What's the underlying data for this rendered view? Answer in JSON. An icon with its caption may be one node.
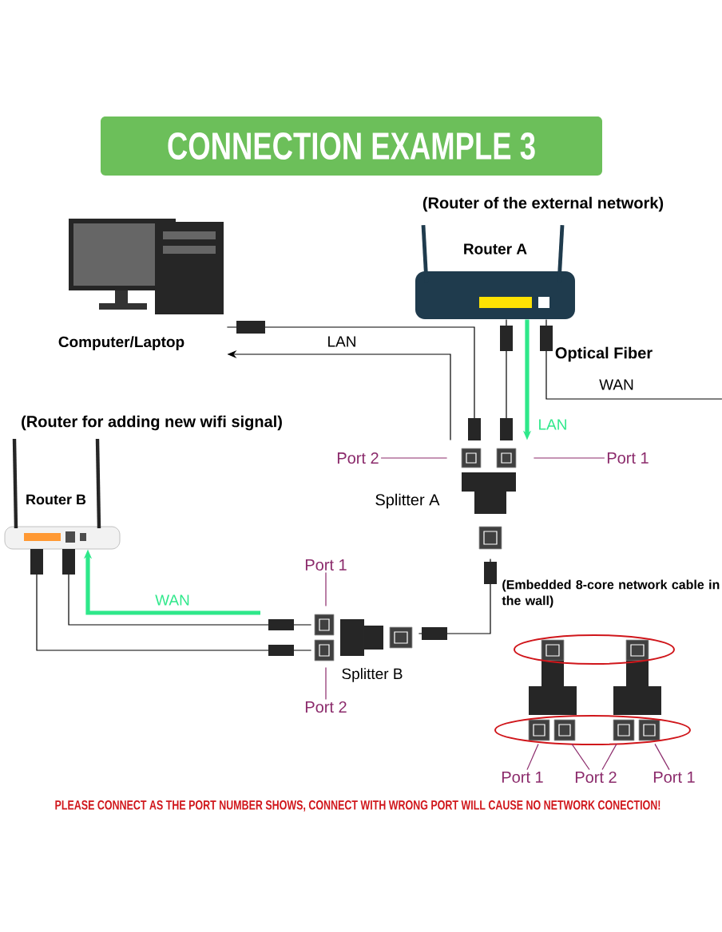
{
  "diagram": {
    "title": "CONNECTION EXAMPLE 3",
    "caption": "PLEASE CONNECT AS THE PORT NUMBER SHOWS, CONNECT WITH WRONG PORT WILL CAUSE NO NETWORK CONECTION!",
    "nodes": [
      {
        "text": [
          "(Router of the external network)",
          "Router A"
        ]
      },
      {
        "text": [
          "Computer/Laptop"
        ]
      },
      {
        "text": [
          "Port 2"
        ]
      },
      {
        "text": [
          "Port 1"
        ]
      },
      {
        "text": [
          "Splitter A"
        ]
      },
      {
        "text": [
          "(Router for adding new wifi signal)",
          "Router B"
        ]
      },
      {
        "text": [
          "Port 1"
        ]
      },
      {
        "text": [
          "Splitter B"
        ]
      },
      {
        "text": [
          "Port 2"
        ]
      },
      {
        "text": [],
        "shape": "picture"
      },
      {
        "text": [],
        "shape": "picture"
      },
      {
        "text": [
          "Port 1"
        ]
      },
      {
        "text": [
          "Port 2"
        ]
      },
      {
        "text": [
          "Port 1"
        ]
      }
    ],
    "edges": [
      {
        "from": 1,
        "to": 4,
        "arrow": "none",
        "color": "#000000"
      },
      {
        "from": 4,
        "to": 1,
        "arrow": "to",
        "label": "LAN",
        "color": "#000000"
      },
      {
        "from": 0,
        "to": 4,
        "arrow": "none",
        "color": "#000000"
      },
      {
        "from": 0,
        "to": 4,
        "arrow": "to",
        "label": "LAN",
        "style": "thick",
        "color": "#2ee88a"
      },
      {
        "from": 0,
        "to": null,
        "arrow": "none",
        "label": "WAN",
        "color": "#000000"
      },
      {
        "from": 4,
        "to": 7,
        "arrow": "none",
        "label": "(Embedded 8-core network cable in the wall)",
        "color": "#000000"
      },
      {
        "from": 7,
        "to": 5,
        "arrow": "none",
        "color": "#000000"
      },
      {
        "from": 7,
        "to": 5,
        "arrow": "none",
        "color": "#000000"
      },
      {
        "from": null,
        "to": 5,
        "arrow": "to",
        "label": "WAN",
        "style": "thick",
        "color": "#2ee88a"
      },
      {
        "from": 2,
        "to": 4,
        "arrow": "none",
        "color": "#8b2a6b"
      },
      {
        "from": 3,
        "to": 4,
        "arrow": "none",
        "color": "#8b2a6b"
      },
      {
        "from": 6,
        "to": 7,
        "arrow": "none",
        "color": "#8b2a6b"
      },
      {
        "from": 8,
        "to": 7,
        "arrow": "none",
        "color": "#8b2a6b"
      },
      {
        "from": 11,
        "to": 9,
        "arrow": "none",
        "color": "#8b2a6b"
      },
      {
        "from": 12,
        "to": 9,
        "arrow": "none",
        "color": "#8b2a6b"
      },
      {
        "from": 12,
        "to": 10,
        "arrow": "none",
        "color": "#8b2a6b"
      },
      {
        "from": 13,
        "to": 10,
        "arrow": "none",
        "color": "#8b2a6b"
      }
    ],
    "labels": [
      "Optical Fiber"
    ]
  }
}
